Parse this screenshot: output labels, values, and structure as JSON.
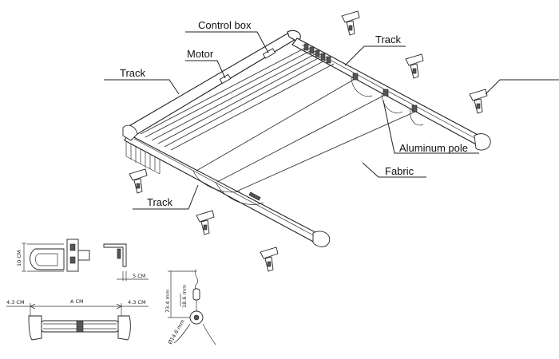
{
  "labels": {
    "control_box": "Control box",
    "motor": "Motor",
    "track_top_left": "Track",
    "track_top_right": "Track",
    "track_bottom": "Track",
    "aluminum_pole": "Aluminum pole",
    "fabric": "Fabric"
  },
  "dimensions": {
    "height_10cm": "10 CM",
    "depth_5cm": "5 CM",
    "width_a": "A CM",
    "side_left": "4.3 CM",
    "side_right": "4.3 CM",
    "cord_73": "73.4 mm",
    "cord_18": "18.6 mm",
    "cord_dia": "Ø14.6 mm"
  }
}
